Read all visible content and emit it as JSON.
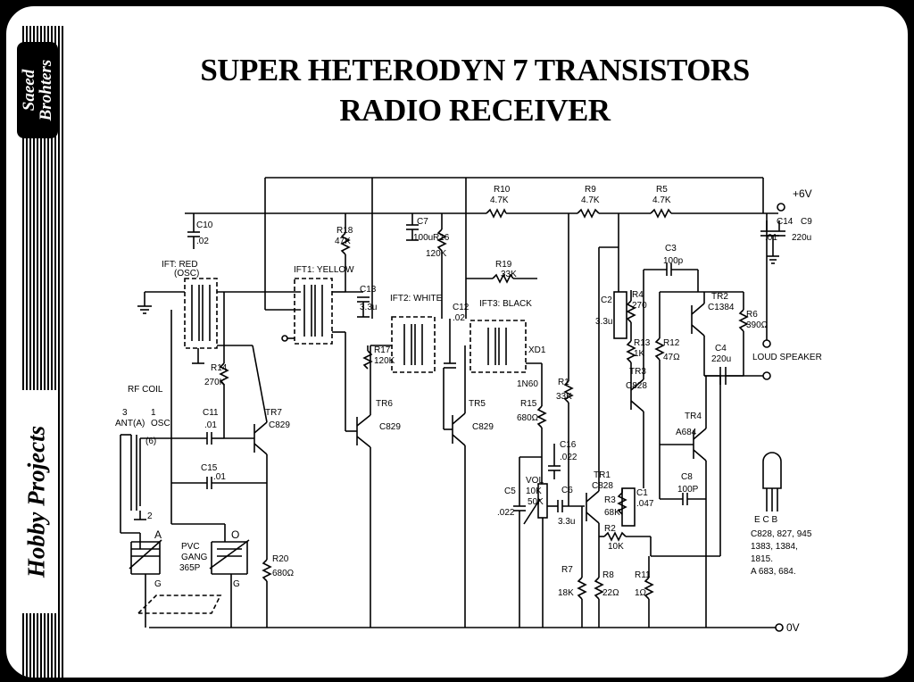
{
  "title_line1": "SUPER HETERODYN 7 TRANSISTORS",
  "title_line2": "RADIO RECEIVER",
  "brand": {
    "line1": "Saeed",
    "line2": "Brohters"
  },
  "section_label": "Hobby Projects",
  "supply": {
    "pos": "+6V",
    "gnd": "0V"
  },
  "labels": {
    "R10": "R10",
    "R10v": "4.7K",
    "R9": "R9",
    "R9v": "4.7K",
    "R5": "R5",
    "R5v": "4.7K",
    "C10": "C10",
    "C10v": ".02",
    "IFT_RED": "IFT: RED",
    "OSC": "(OSC)",
    "R18": "R18",
    "R18v": "47K",
    "IFT1": "IFT1: YELLOW",
    "C7": "C7",
    "C7v": "100u",
    "R16": "R16",
    "R16v": "120K",
    "C13": "C13",
    "C13v": "3.3u",
    "R19": "R19",
    "R19v": "33K",
    "IFT2": "IFT2: WHITE",
    "C12": "C12",
    "C12v": ".02",
    "IFT3": "IFT3: BLACK",
    "R17": "R17",
    "R17v": "120K",
    "XD1": "XD1",
    "IN60": "1N60",
    "C14": "C14",
    "C14v": ".01",
    "C9": "C9",
    "C9v": "220u",
    "C3": "C3",
    "C3v": "100p",
    "C2": "C2",
    "C2v": "3.3u",
    "R4": "R4",
    "R4v": "270",
    "TR2": "TR2",
    "TR2v": "C1384",
    "R6": "R6",
    "R6v": "390Ω",
    "R13": "R13",
    "R13v": "1K",
    "R12": "R12",
    "R12v": "47Ω",
    "C4": "C4",
    "C4v": "220u",
    "SPEAKER": "LOUD SPEAKER",
    "TR3": "TR3",
    "TR3v": "C828",
    "R1": "R1",
    "R1v": "33K",
    "R15": "R15",
    "R15v": "680Ω",
    "R14": "R14",
    "R14v": "270K",
    "RFCOIL": "RF COIL",
    "ANT": "3",
    "ANTv": "ANT(A)",
    "OSCpin": "1",
    "OSCpinv": "OSC",
    "pin6": "(6)",
    "pin2": "2",
    "C11": "C11",
    "C11v": ".01",
    "C15": "C15",
    "C15v": ".01",
    "TR7": "TR7",
    "TR7v": "C829",
    "TR6": "TR6",
    "TR6v": "C829",
    "TR5": "TR5",
    "TR5v": "C829",
    "TR4": "TR4",
    "TR4v": "A684",
    "C16": "C16",
    "C16v": ".022",
    "C5": "C5",
    "C5v": ".022",
    "VOL": "VOL",
    "VOLv": "10K",
    "VOLv2": "50K",
    "C6": "C6",
    "C6v": "3.3u",
    "TR1": "TR1",
    "TR1v": "C828",
    "R3": "R3",
    "R3v": "68K",
    "C1": "C1",
    "C1v": ".047",
    "R2": "R2",
    "R2v": "10K",
    "C8": "C8",
    "C8v": "100P",
    "GANG_A": "A",
    "GANG_O": "O",
    "PVC": "PVC",
    "GANG": "GANG",
    "GANGv": "365P",
    "G1": "G",
    "G2": "G",
    "R20": "R20",
    "R20v": "680Ω",
    "R7": "R7",
    "R7v": "18K",
    "R8": "R8",
    "R8v": "22Ω",
    "R11": "R11",
    "R11v": "1Ω",
    "ECB": "E C B",
    "types1": "C828, 827, 945",
    "types2": "1383, 1384,",
    "types3": "1815.",
    "types4": "A 683, 684."
  }
}
